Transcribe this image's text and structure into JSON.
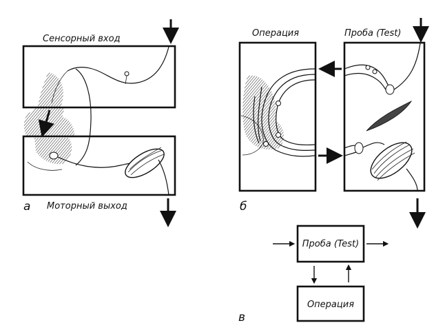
{
  "panel_a": {
    "sensory_label": "Сенсорный вход",
    "motor_label": "Моторный выход",
    "letter": "а"
  },
  "panel_b": {
    "operation_label": "Операция",
    "test_label": "Проба (Test)",
    "letter": "б"
  },
  "panel_c": {
    "test_box": "Проба (Test)",
    "operation_box": "Операция",
    "letter": "в"
  },
  "colors": {
    "ink": "#111111",
    "paper": "#ffffff"
  }
}
